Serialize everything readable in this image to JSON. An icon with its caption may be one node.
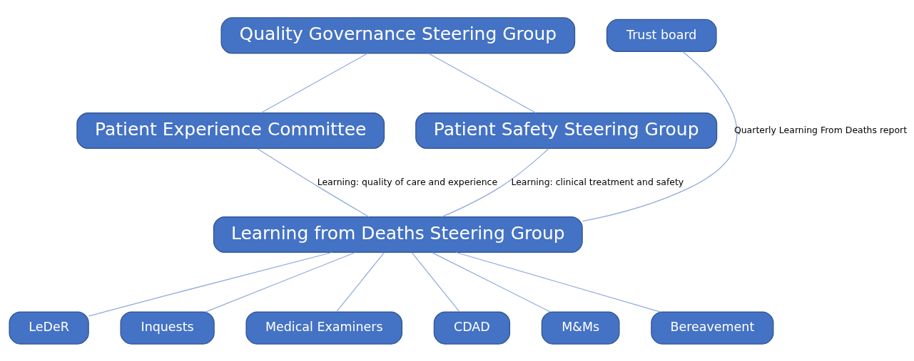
{
  "diagram": {
    "nodes": [
      {
        "text": [
          "Quality Governance Steering Group"
        ]
      },
      {
        "text": [
          "Trust board"
        ]
      },
      {
        "text": [
          "Patient Experience Committee"
        ]
      },
      {
        "text": [
          "Patient Safety Steering Group"
        ]
      },
      {
        "text": [
          "Learning from Deaths Steering Group"
        ]
      },
      {
        "text": [
          "LeDeR"
        ]
      },
      {
        "text": [
          "Inquests"
        ]
      },
      {
        "text": [
          "Medical Examiners"
        ]
      },
      {
        "text": [
          "CDAD"
        ]
      },
      {
        "text": [
          "M&Ms"
        ]
      },
      {
        "text": [
          "Bereavement"
        ]
      }
    ],
    "edges": [
      {
        "from": 0,
        "to": 2,
        "arrow": "none"
      },
      {
        "from": 0,
        "to": 3,
        "arrow": "none"
      },
      {
        "from": 2,
        "to": 4,
        "arrow": "none",
        "label": "Learning: quality of care and experience"
      },
      {
        "from": 3,
        "to": 4,
        "arrow": "none",
        "label": "Learning: clinical treatment and safety"
      },
      {
        "from": 4,
        "to": 1,
        "arrow": "none",
        "label": "Quarterly Learning From Deaths report"
      },
      {
        "from": 4,
        "to": 5,
        "arrow": "none"
      },
      {
        "from": 4,
        "to": 6,
        "arrow": "none"
      },
      {
        "from": 4,
        "to": 7,
        "arrow": "none"
      },
      {
        "from": 4,
        "to": 8,
        "arrow": "none"
      },
      {
        "from": 4,
        "to": 9,
        "arrow": "none"
      },
      {
        "from": 4,
        "to": 10,
        "arrow": "none"
      }
    ]
  }
}
